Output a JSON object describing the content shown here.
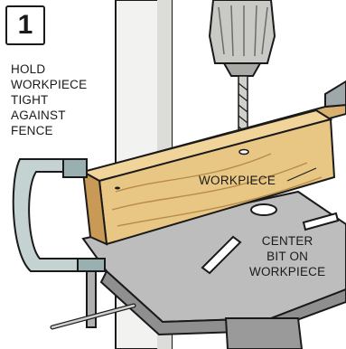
{
  "step": {
    "number": "1"
  },
  "callouts": {
    "hold_lines": [
      "HOLD",
      "WORKPIECE",
      "TIGHT",
      "AGAINST",
      "FENCE"
    ],
    "workpiece": "WORKPIECE",
    "center_lines": [
      "CENTER",
      "BIT ON",
      "WORKPIECE"
    ]
  },
  "colors": {
    "wood": "#e8c784",
    "wood_dark": "#b88a4a",
    "metal": "#b8b8b8",
    "metal_dark": "#8a8a8a",
    "clamp": "#c4d2d2",
    "outline": "#1a1a1a"
  }
}
